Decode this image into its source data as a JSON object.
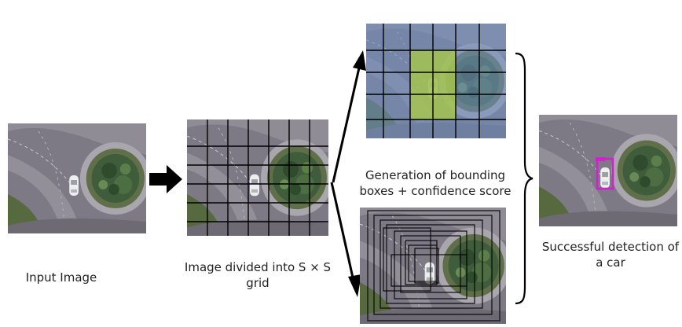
{
  "captions": {
    "input": "Input Image",
    "grid": "Image divided into S × S grid",
    "bounding": "Generation of bounding boxes + confidence score",
    "detection": "Successful detection of a car"
  },
  "colors": {
    "road": "#8a8794",
    "roundabout_outer": "#5f6f4a",
    "vegetation": "#3f5d3a",
    "grid_tint": "#6f8fc4",
    "cell_highlight": "#a8c84a",
    "detection_box": "#d11fd1",
    "arrow": "#000000"
  },
  "grid": {
    "columns": 7,
    "rows": 6
  },
  "icons": {
    "block_arrow": "thick-right-arrow-icon",
    "upper_arrow": "diagonal-up-arrow-icon",
    "lower_arrow": "diagonal-down-arrow-icon",
    "brace": "right-curly-brace-icon"
  }
}
